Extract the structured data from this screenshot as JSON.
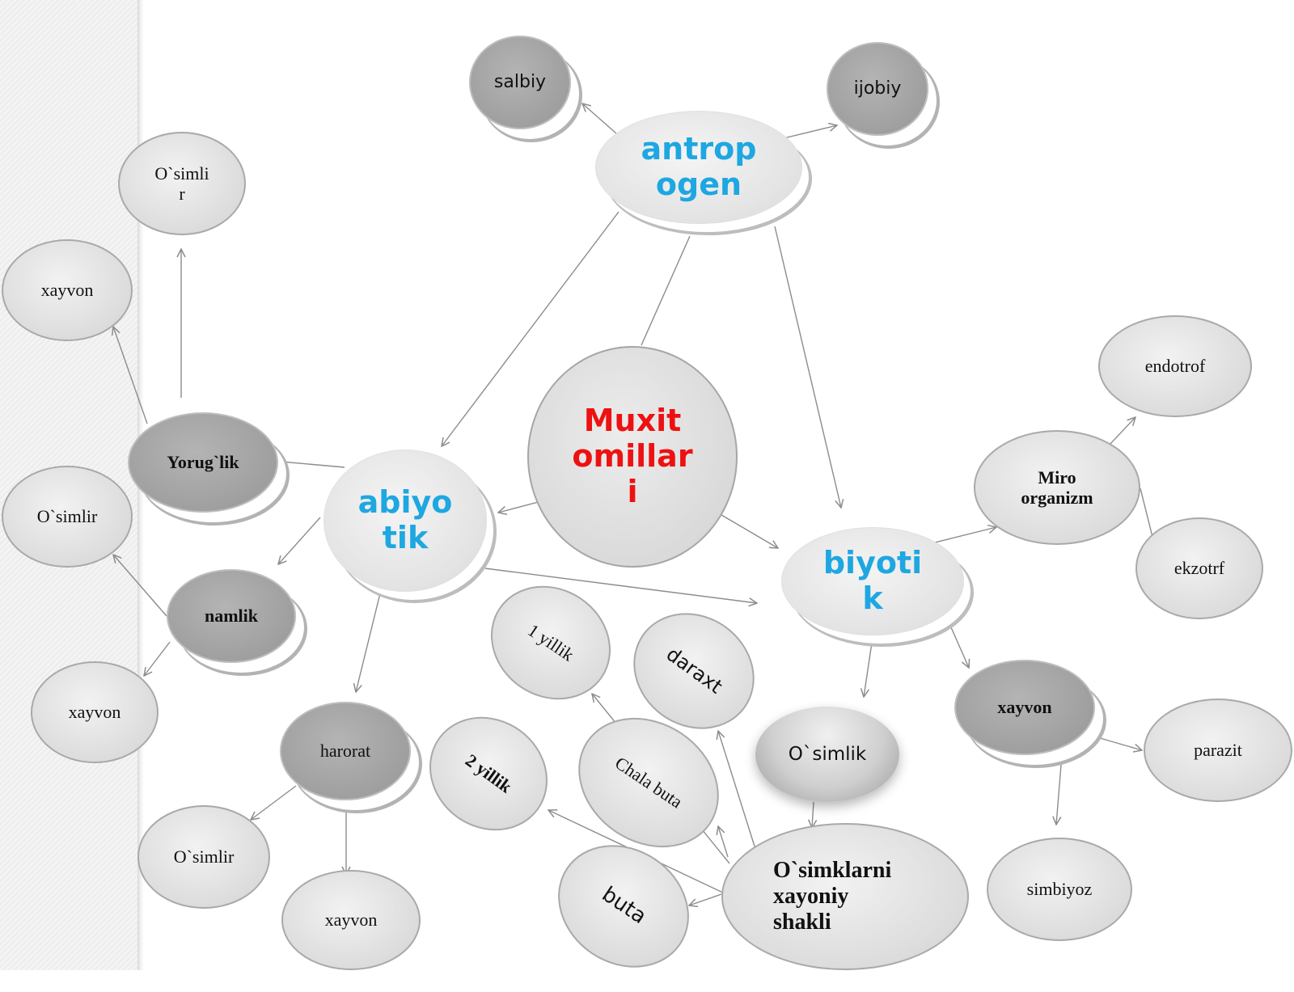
{
  "diagram": {
    "center": {
      "label": "Muxit\nomillar\ni"
    },
    "categories": {
      "antropogen": "antrop\nogen",
      "abiotik": "abiyo\ntik",
      "biotik": "biyoti\nk"
    },
    "antropogen_children": {
      "salbiy": "salbiy",
      "ijobiy": "ijobiy"
    },
    "abiotik_children": {
      "yoruglik": "Yorug`lik",
      "namlik": "namlik",
      "harorat": "harorat"
    },
    "yoruglik_children": {
      "osimlir": "O`simli\nr",
      "xayvon": "xayvon"
    },
    "namlik_children": {
      "osimlir": "O`simlir",
      "xayvon": "xayvon"
    },
    "harorat_children": {
      "osimlir": "O`simlir",
      "xayvon": "xayvon"
    },
    "biotik_children": {
      "miroorganizm": "Miro\norganizm",
      "osimlik": "O`simlik",
      "xayvon": "xayvon"
    },
    "miroorganizm_children": {
      "endotrof": "endotrof",
      "ekzotrf": "ekzotrf"
    },
    "biotik_xayvon_children": {
      "parazit": "parazit",
      "simbiyoz": "simbiyoz"
    },
    "hayotiy_shakl": {
      "title": "O`simklarni\nxayoniy\nshakli",
      "forms": {
        "bir_yillik": "1 yillik",
        "daraxt": "daraxt",
        "ikki_yillik": "2 yillik",
        "chala_buta": "Chala buta",
        "buta": "buta"
      }
    }
  },
  "colors": {
    "category_text": "#1ea7e1",
    "center_text": "#ee1111",
    "edge": "#8c8c8c"
  }
}
